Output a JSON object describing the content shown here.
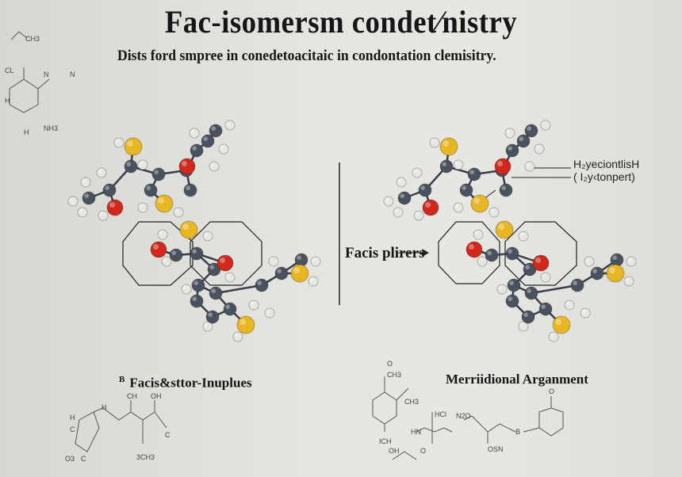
{
  "title": "Fac-isomersm condet⁄nistry",
  "subtitle": "Dists ford smpree in conedetoacitaic in condontation clemisitry.",
  "annotations": {
    "label_line1": "H₂yeciontlisH",
    "label_line2": "( I₂y‹tonpert)",
    "facis_label": "Facis plirers",
    "arrow": "→"
  },
  "captions": {
    "left_marker": "B",
    "left": "Facis&sttor-Inuplues",
    "right": "Merriidional Arganment"
  },
  "structure_labels": {
    "top_left": [
      "CH3",
      "N",
      "CL",
      "N",
      "H",
      "NH3",
      "H"
    ],
    "bottom_left": [
      "H",
      "CH",
      "OH",
      "H",
      "C",
      "C",
      "O3",
      "C",
      "3CH3"
    ],
    "bottom_right": [
      "O",
      "CH3",
      "CH3",
      "HCl",
      "HN",
      "N2O",
      "ICH",
      "OSN",
      "B",
      "O",
      "OH",
      "O"
    ]
  },
  "colors": {
    "carbon": "#4a5260",
    "hydrogen": "#e6e6e2",
    "oxygen": "#d0281c",
    "sulfur": "#e8b523"
  }
}
